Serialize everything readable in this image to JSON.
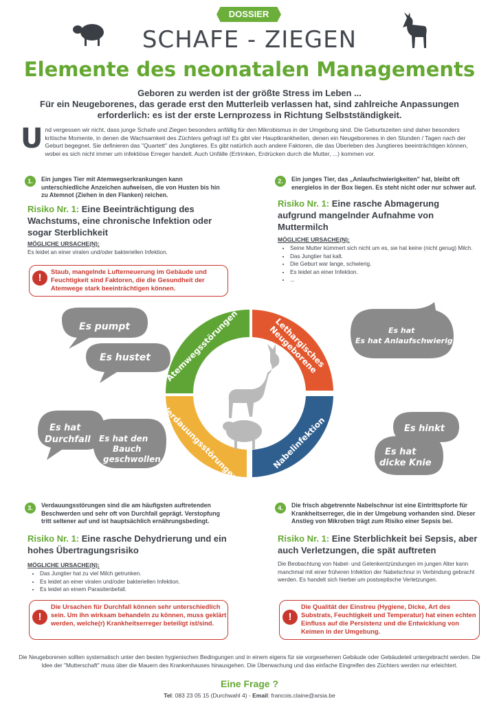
{
  "header": {
    "badge": "DOSSIER",
    "title": "SCHAFE - ZIEGEN",
    "subtitle": "Elemente des neonatalen Managements"
  },
  "intro": {
    "line1": "Geboren zu werden ist der größte Stress im Leben ...",
    "line2": "Für ein Neugeborenes, das gerade erst den Mutterleib verlassen hat, sind zahlreiche Anpassungen",
    "line3": "erforderlich: es ist der erste Lernprozess in Richtung Selbstständigkeit."
  },
  "body": {
    "dropcap": "U",
    "text": "nd vergessen wir nicht, dass junge Schafe und Ziegen besonders anfällig für den Mikrobismus in der Umgebung sind. Die Geburtszeiten sind daher besonders kritische Momente, in denen die Wachsamkeit des Züchters gefragt ist! Es gibt vier Hauptkrankheiten, denen ein Neugeborenes in den Stunden / Tagen nach der Geburt begegnet. Sie definieren das \"Quartett\" des Jungtieres. Es gibt natürlich auch andere Faktoren, die das Überleben des Jungtieres beeinträchtigen können, wobei es sich nicht immer um infektiöse Erreger handelt. Auch Unfälle (Ertrinken, Erdrücken durch die Mutter, ...) kommen vor."
  },
  "sections": [
    {
      "num": "1.",
      "text": "Ein junges Tier mit Atemwegserkrankungen kann unterschiedliche Anzeichen aufweisen, die von Husten bis hin zu Atemnot (Ziehen in den Flanken) reichen.",
      "risk_label": "Risiko Nr. 1:",
      "risk_text": "Eine Beeinträchtigung des Wachstums, eine chronische Infektion oder sogar Sterblichkeit",
      "cause_heading": "MÖGLICHE URSACHE(N):",
      "cause_text": "Es leidet an einer viralen und/oder bakteriellen Infektion.",
      "warning": "Staub, mangelnde Lufterneuerung im Gebäude und Feuchtigkeit sind Faktoren, die die Gesundheit der Atemwege stark beeinträchtigen können."
    },
    {
      "num": "2.",
      "text": "Ein junges Tier, das „Anlaufschwierigkeiten\" hat, bleibt oft energielos in der Box liegen. Es steht nicht oder nur schwer auf.",
      "risk_label": "Risiko Nr. 1:",
      "risk_text": "Eine rasche Abmagerung aufgrund mangelnder Aufnahme von Muttermilch",
      "cause_heading": "MÖGLICHE URSACHE(N):",
      "causes": [
        "Seine Mutter kümmert sich nicht um es, sie hat keine (nicht genug) Milch.",
        "Das Jungtier hat kalt.",
        "Die Geburt war lange, schwierig.",
        "Es leidet an einer Infektion.",
        "..."
      ]
    },
    {
      "num": "3.",
      "text": "Verdauungsstörungen sind die am häufigsten auftretenden Beschwerden und sehr oft von Durchfall geprägt. Verstopfung tritt seltener auf und ist hauptsächlich ernährungsbedingt.",
      "risk_label": "Risiko Nr. 1:",
      "risk_text": "Eine rasche Dehydrierung und ein hohes Übertragungsrisiko",
      "cause_heading": "MÖGLICHE URSACHE(N):",
      "causes": [
        "Das Jungtier hat zu viel Milch getrunken.",
        "Es leidet an einer viralen und/oder bakteriellen Infektion.",
        "Es leidet an einem Parasitenbefall."
      ],
      "warning": "Die Ursachen für Durchfall können sehr unterschiedlich sein. Um ihn wirksam behandeln zu können, muss geklärt werden, welche(r) Krankheitserreger beteiligt ist/sind."
    },
    {
      "num": "4.",
      "text": "Die frisch abgetrennte Nabelschnur ist eine Eintrittspforte für Krankheitserreger, die in der Umgebung vorhanden sind. Dieser Anstieg von Mikroben trägt zum Risiko einer Sepsis bei.",
      "risk_label": "Risiko Nr. 1:",
      "risk_text": "Eine Sterblichkeit bei Sepsis, aber auch Verletzungen, die spät auftreten",
      "body": "Die Beobachtung von Nabel- und Gelenkentzündungen im jungen Alter kann manchmal mit einer früheren Infektion der Nabelschnur in Verbindung gebracht werden. Es handelt sich hierbei um postseptische Verletzungen.",
      "warning": "Die Qualität der Einstreu (Hygiene, Dicke, Art des Substrats, Feuchtigkeit und Temperatur) hat einen echten Einfluss auf die Persistenz und die Entwicklung von Keimen in der Umgebung."
    }
  ],
  "ring": {
    "segments": [
      {
        "label": "Atemwegsstörungen",
        "color": "#5fa535"
      },
      {
        "label": "Lethargisches Neugeborene",
        "color": "#e2572d"
      },
      {
        "label": "Nabelinfektion",
        "color": "#2f5f8f"
      },
      {
        "label": "Verdauungsstörungen",
        "color": "#f0b13a"
      }
    ]
  },
  "bubbles": {
    "b1": "Es pumpt",
    "b2": "Es hustet",
    "b3": "Es hat Anlaufschwierigkeiten",
    "b4": "Es hat Durchfall",
    "b5": "Es hat den Bauch geschwollen",
    "b6": "Es hinkt",
    "b7": "Es hat dicke Knie"
  },
  "footer": {
    "text": "Die Neugeborenen sollten systematisch unter den besten hygienischen Bedingungen und in einem eigens für sie vorgesehenen Gebäude oder Gebäudeteil untergebracht werden. Die Idee der \"Mutterschaft\" muss über die Mauern des Krankenhauses hinausgehen. Die Überwachung und das einfache Eingreifen des Züchters werden nur erleichtert.",
    "question": "Eine Frage ?",
    "tel_label": "Tel",
    "tel": ": 083 23 05 15 (Durchwahl 4) - ",
    "email_label": "Email",
    "email": ": francois.claine@arsia.be"
  },
  "colors": {
    "green": "#64a832",
    "red": "#c8372d",
    "grey": "#8a8a8a",
    "dark": "#3a3f46"
  }
}
